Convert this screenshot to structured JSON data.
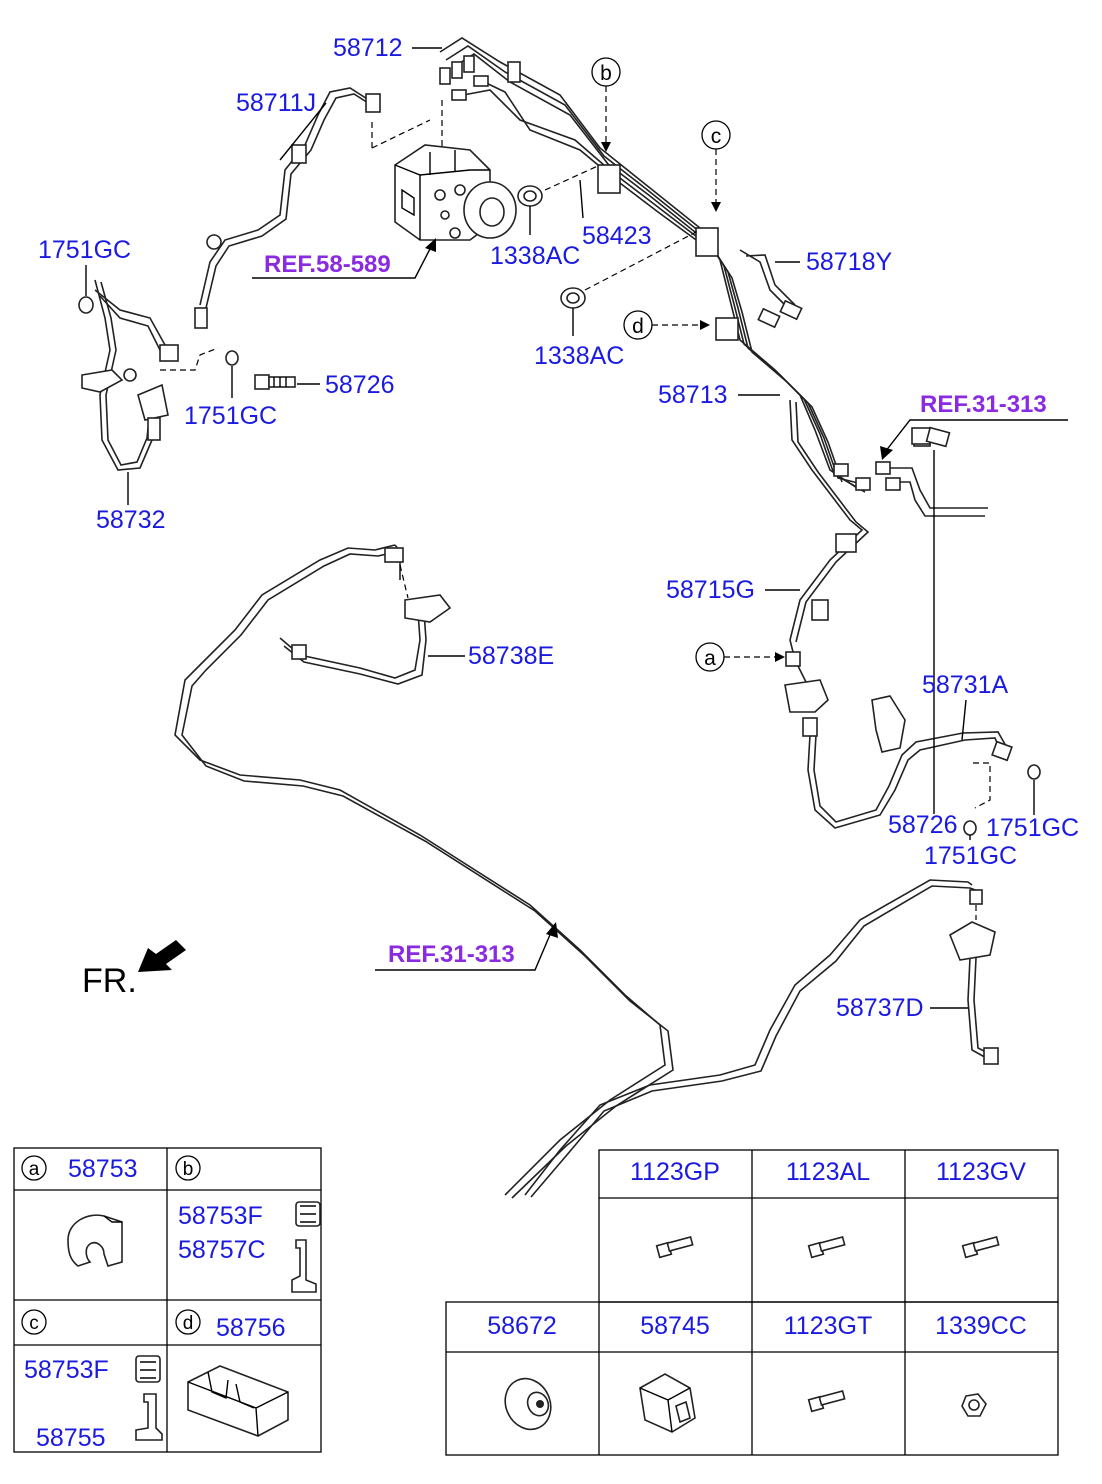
{
  "parts": {
    "p58712": "58712",
    "p58711J": "58711J",
    "p1751GC_a": "1751GC",
    "p1751GC_b": "1751GC",
    "p58726_a": "58726",
    "p58732": "58732",
    "p1338AC_a": "1338AC",
    "p1338AC_b": "1338AC",
    "p58423": "58423",
    "p58718Y": "58718Y",
    "p58713": "58713",
    "p58715G": "58715G",
    "p58738E": "58738E",
    "p58731A": "58731A",
    "p58726_b": "58726",
    "p1751GC_c": "1751GC",
    "p1751GC_d": "1751GC",
    "p58737D": "58737D"
  },
  "refs": {
    "ref_abs": "REF.58-589",
    "ref_31_313_a": "REF.31-313",
    "ref_31_313_b": "REF.31-313"
  },
  "callouts": {
    "a": "a",
    "b": "b",
    "c": "c",
    "d": "d"
  },
  "front_label": "FR.",
  "legend_left": {
    "cell_a": {
      "letter": "a",
      "part": "58753"
    },
    "cell_b": {
      "letter": "b",
      "parts": [
        "58753F",
        "58757C"
      ]
    },
    "cell_c": {
      "letter": "c",
      "parts": [
        "58753F",
        "58755"
      ]
    },
    "cell_d": {
      "letter": "d",
      "part": "58756"
    }
  },
  "legend_right": {
    "row1": [
      "1123GP",
      "1123AL",
      "1123GV"
    ],
    "row2": [
      "58672",
      "58745",
      "1123GT",
      "1339CC"
    ]
  },
  "colors": {
    "label": "#1a1ae0",
    "ref": "#8a2be2",
    "line": "#000000"
  }
}
